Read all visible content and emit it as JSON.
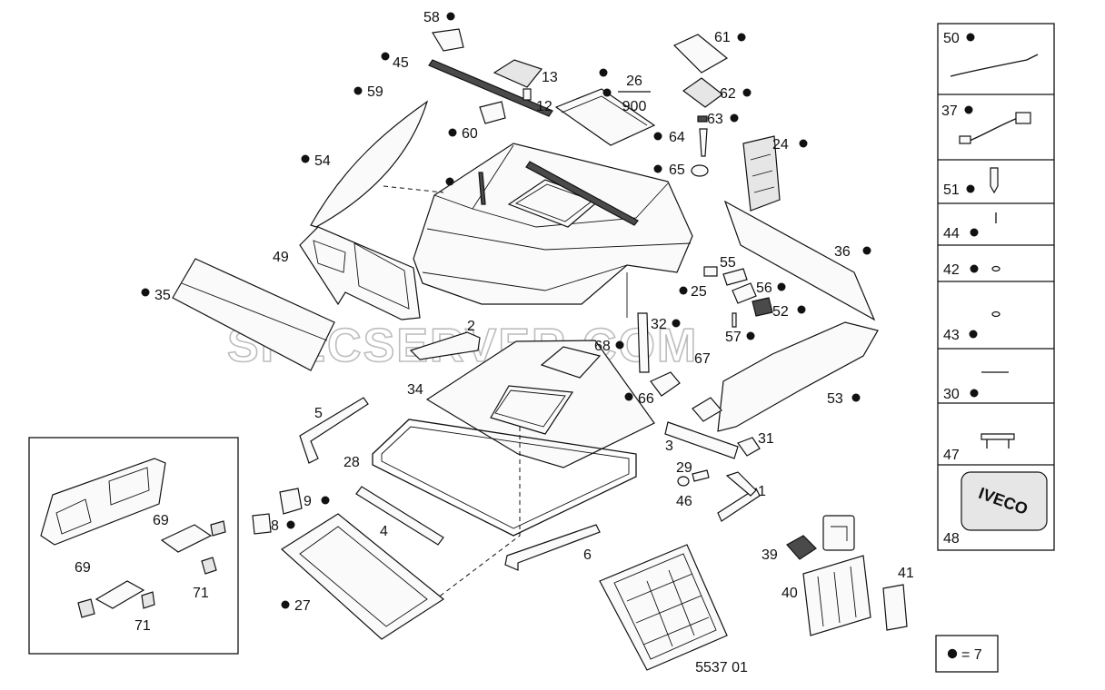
{
  "watermark": "SPECSERVER.COM",
  "drawing_number": "5537 01",
  "legend_note": "= 7",
  "badge_text": "IVECO",
  "fraction": {
    "top": "26",
    "bottom": "900"
  },
  "callouts": [
    "58",
    "45",
    "59",
    "13",
    "12",
    "60",
    "54",
    "61",
    "62",
    "63",
    "64",
    "65",
    "24",
    "49",
    "35",
    "55",
    "25",
    "56",
    "52",
    "36",
    "2",
    "32",
    "57",
    "68",
    "67",
    "34",
    "66",
    "53",
    "5",
    "3",
    "31",
    "28",
    "29",
    "46",
    "1",
    "9",
    "8",
    "4",
    "6",
    "27",
    "39",
    "40",
    "41",
    "69",
    "71"
  ],
  "side_panel": [
    "50",
    "37",
    "51",
    "44",
    "42",
    "43",
    "30",
    "47",
    "48"
  ]
}
